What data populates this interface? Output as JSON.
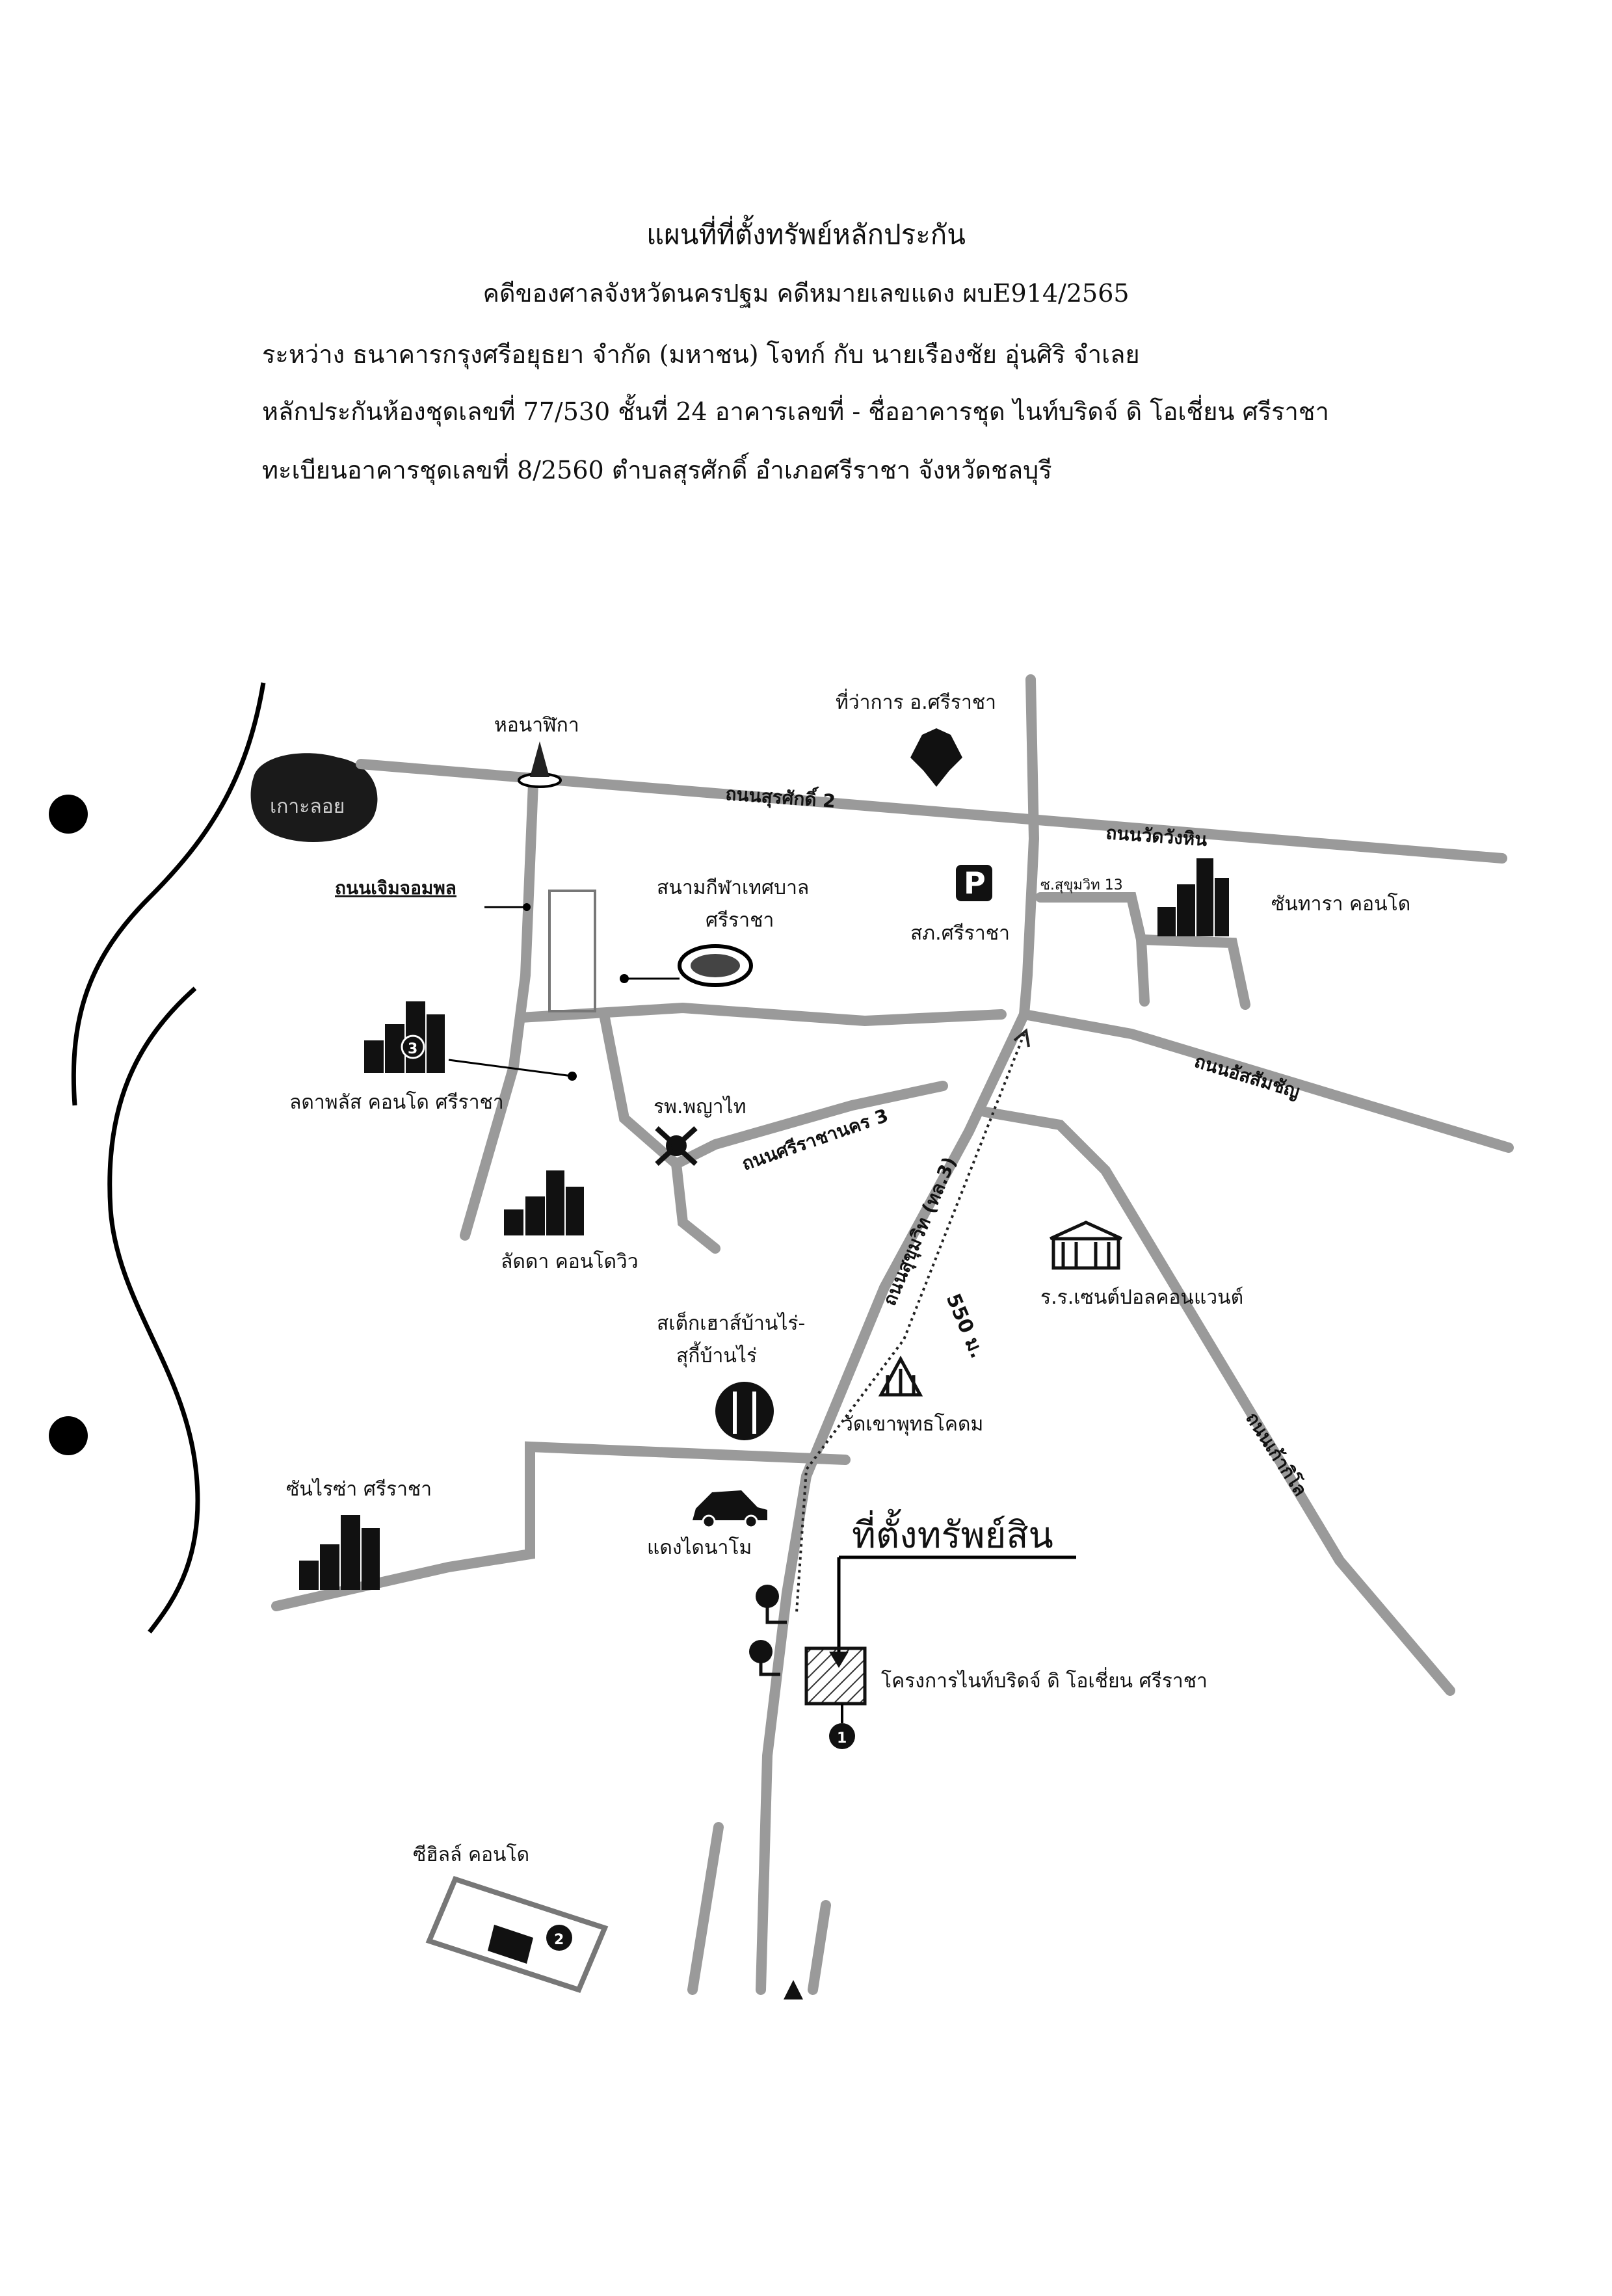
{
  "header": {
    "title": "แผนที่ที่ตั้งทรัพย์หลักประกัน",
    "case_line": "คดีของศาลจังหวัดนครปฐม  คดีหมายเลขแดง  ผบE914/2565",
    "parties_line": "ระหว่าง  ธนาคารกรุงศรีอยุธยา จำกัด (มหาชน)  โจทก์  กับ นายเรืองชัย  อุ่นศิริ  จำเลย",
    "collateral_line": "หลักประกันห้องชุดเลขที่ 77/530  ชั้นที่  24  อาคารเลขที่  -  ชื่ออาคารชุด  ไนท์บริดจ์ ดิ โอเชี่ยน ศรีราชา",
    "registration_line": "ทะเบียนอาคารชุดเลขที่  8/2560   ตำบลสุรศักดิ์  อำเภอศรีราชา  จังหวัดชลบุรี"
  },
  "map": {
    "landmarks": {
      "island": "เกาะลอย",
      "clock_tower": "หอนาฬิกา",
      "district_office": "ที่ว่าการ อ.ศรีราชา",
      "stadium": "สนามกีฬาเทศบาล",
      "stadium_2": "ศรีราชา",
      "police": "สภ.ศรีราชา",
      "santara": "ซันทารา คอนโด",
      "ladaplus": "ลดาพลัส คอนโด ศรีราชา",
      "hospital": "รพ.พญาไท",
      "ladda": "ลัดดา คอนโดวิว",
      "school": "ร.ร.เซนต์ปอลคอนแวนต์",
      "steakhouse_1": "สเต็กเฮาส์บ้านไร่-",
      "steakhouse_2": "สุกี้บ้านไร่",
      "temple": "วัดเขาพุทธโคดม",
      "sunrise": "ซันไรซ่า ศรีราชา",
      "dealer": "แดงไดนาโม",
      "project": "โครงการไนท์บริดจ์ ดิ โอเชี่ยน ศรีราชา",
      "seahills": "ซีฮิลล์ คอนโด"
    },
    "roads": {
      "surasak2": "ถนนสุรศักดิ์ 2",
      "watwanghin": "ถนนวัดวังหิน",
      "choemchomphon": "ถนนเจิมจอมพล",
      "sukhumvit_soi": "ซ.สุขุมวิท 13",
      "assumption": "ถนนอัสสัมชัญ",
      "sriracha_nakhon3": "ถนนศรีราชานคร 3",
      "sukhumvit": "ถนนสุขุมวิท (ทล.3)",
      "kaokilo": "ถนนเก้ากิโล"
    },
    "property_label": "ที่ตั้งทรัพย์สิน",
    "distance": "550 ม.",
    "parking_letter": "P",
    "markers": [
      "1",
      "2",
      "3"
    ]
  }
}
